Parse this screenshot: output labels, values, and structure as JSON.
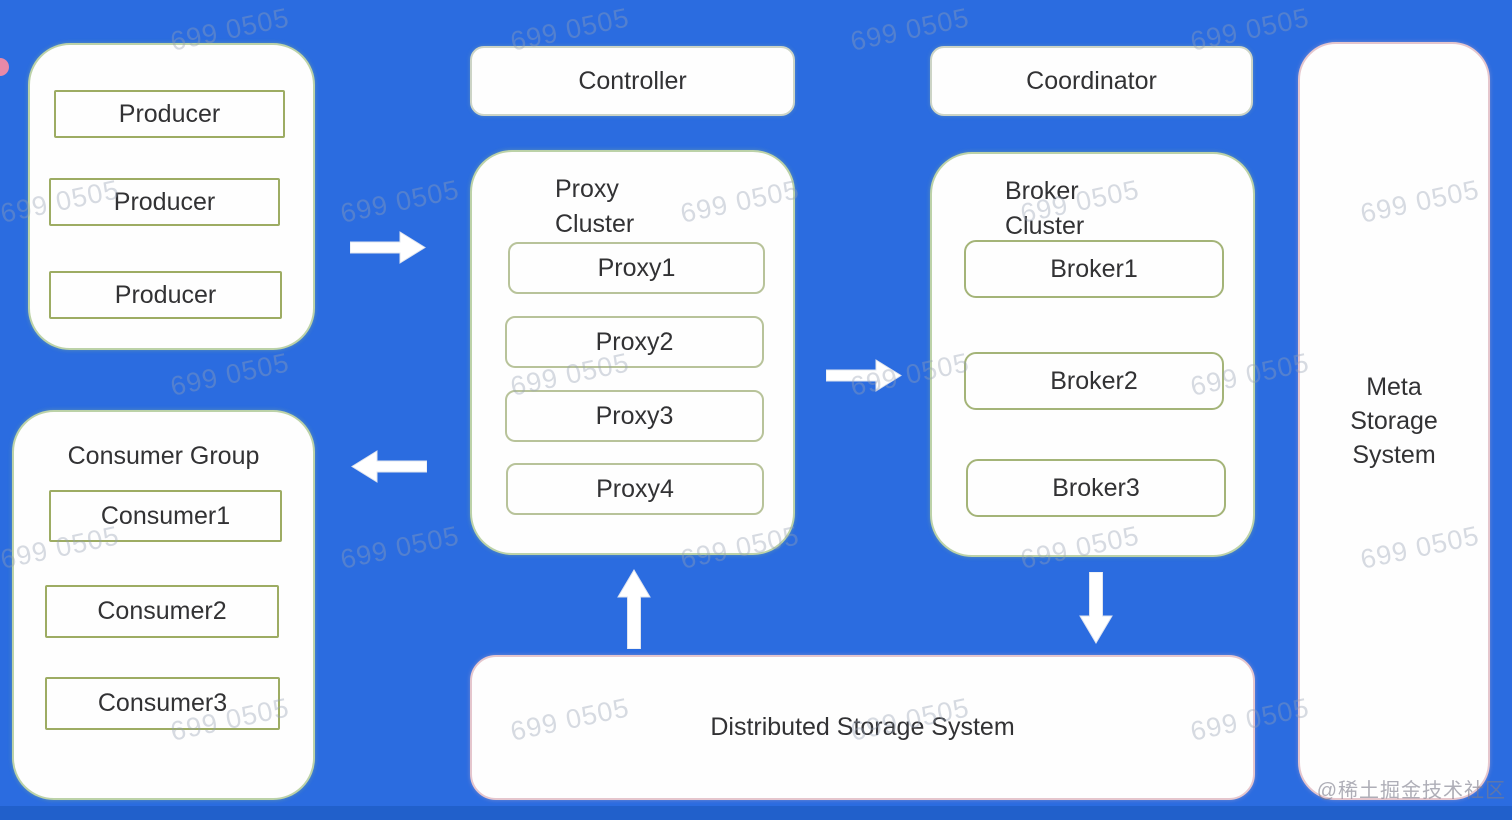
{
  "colors": {
    "background": "#2B6CE0",
    "background_bottom_strip": "#2160CB",
    "box_fill": "#FEFEFE",
    "inner_box_border_green": "#9DAC63",
    "container_border_green": "#BCD2A8",
    "storage_border_pink": "#E5C6CD",
    "text": "#323234",
    "arrow": "#FFFFFF",
    "accent_dot": "#E889A8"
  },
  "watermark": {
    "text": "699 0505",
    "badge": "@稀土掘金技术社区"
  },
  "nodes": {
    "producer_group": {
      "items": [
        "Producer",
        "Producer",
        "Producer"
      ]
    },
    "controller": {
      "label": "Controller"
    },
    "proxy_cluster": {
      "title": [
        "Proxy",
        "Cluster"
      ],
      "items": [
        "Proxy1",
        "Proxy2",
        "Proxy3",
        "Proxy4"
      ]
    },
    "coordinator": {
      "label": "Coordinator"
    },
    "broker_cluster": {
      "title": [
        "Broker",
        "Cluster"
      ],
      "items": [
        "Broker1",
        "Broker2",
        "Broker3"
      ]
    },
    "consumer_group": {
      "title": "Consumer Group",
      "items": [
        "Consumer1",
        "Consumer2",
        "Consumer3"
      ]
    },
    "meta_storage": {
      "lines": [
        "Meta",
        "Storage",
        "System"
      ]
    },
    "distributed_storage": {
      "label": "Distributed Storage System"
    }
  }
}
